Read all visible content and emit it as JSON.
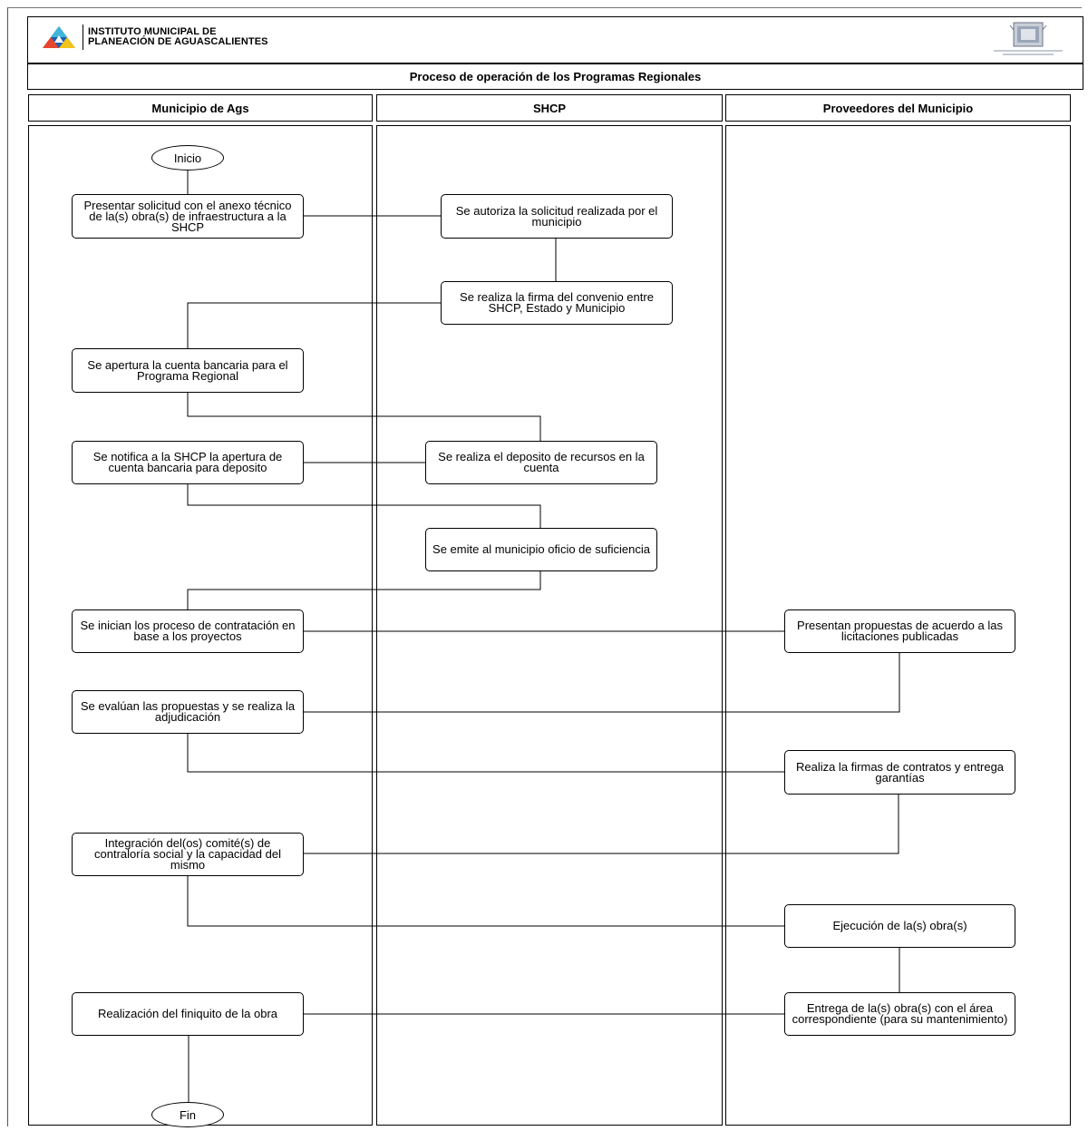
{
  "header": {
    "org_line1": "INSTITUTO MUNICIPAL DE",
    "org_line2": "PLANEACIÓN DE AGUASCALIENTES",
    "logo_icon": "triangle-logo-icon",
    "seal_icon": "municipal-seal-icon",
    "logo_colors": [
      "#1f5fb4",
      "#e8452c",
      "#3fb6d8",
      "#f2c318"
    ]
  },
  "title": "Proceso de operación de los Programas Regionales",
  "lanes": [
    {
      "label": "Municipio de Ags"
    },
    {
      "label": "SHCP"
    },
    {
      "label": "Proveedores del Municipio"
    }
  ],
  "nodes": {
    "inicio": "Inicio",
    "fin": "Fin",
    "presentar_solicitud": "Presentar solicitud con el anexo técnico de la(s) obra(s) de infraestructura a la SHCP",
    "autoriza_solicitud": "Se autoriza la solicitud realizada por el municipio",
    "firma_convenio": "Se realiza la firma del convenio entre SHCP, Estado y Municipio",
    "apertura_cuenta": "Se apertura la cuenta bancaria para el Programa Regional",
    "notifica_shcp": "Se notifica a la SHCP la apertura de cuenta bancaria para deposito",
    "deposito_recursos": "Se realiza el deposito de recursos en la cuenta",
    "emite_oficio": "Se emite al municipio oficio de suficiencia",
    "inician_contratacion": "Se inician los proceso de contratación en base a los proyectos",
    "presentan_propuestas": "Presentan propuestas de acuerdo a las licitaciones publicadas",
    "evaluan_propuestas": "Se evalúan las propuestas y se realiza la adjudicación",
    "firmas_contratos": "Realiza la firmas de contratos y entrega garantías",
    "integracion_comite": "Integración del(os) comité(s) de contraloría social y la capacidad del mismo",
    "ejecucion_obra": "Ejecución de la(s) obra(s)",
    "entrega_obra": "Entrega de la(s) obra(s) con el área correspondiente (para su mantenimiento)",
    "finiquito_obra": "Realización del finiquito de la obra"
  }
}
